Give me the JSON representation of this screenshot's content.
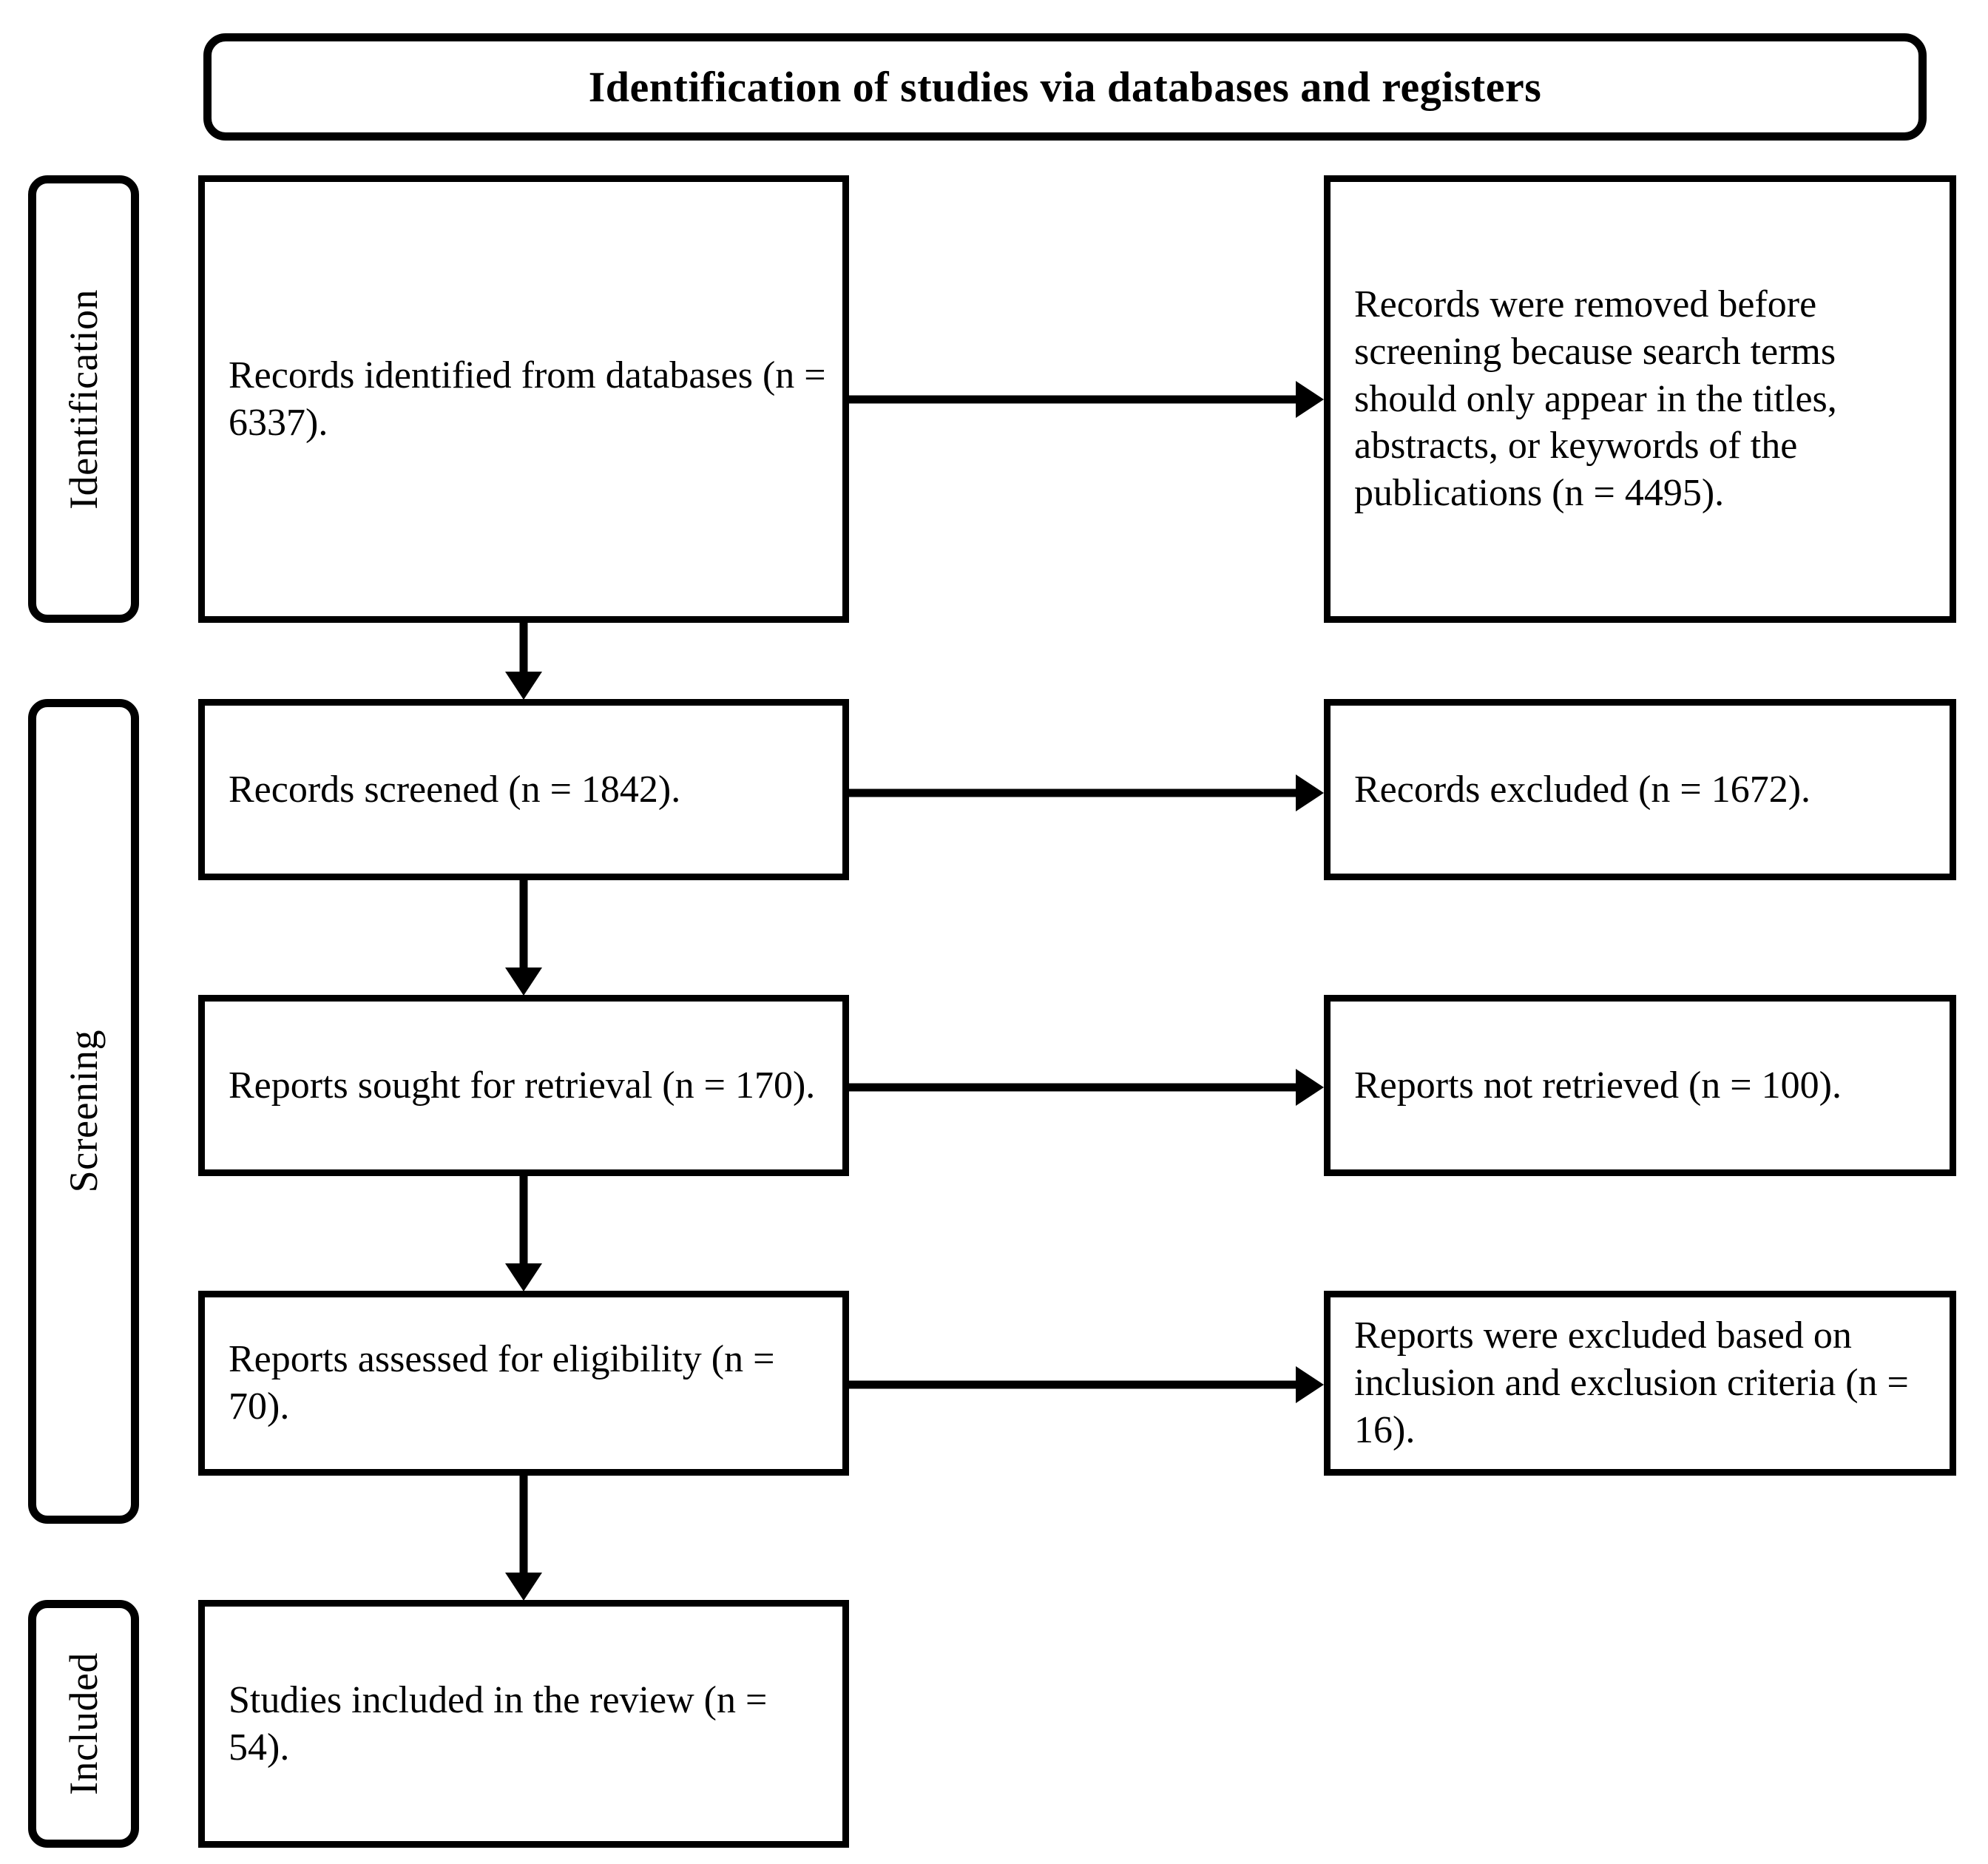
{
  "diagram": {
    "type": "prisma-flow-diagram",
    "header": {
      "title": "Identification of studies via databases and registers"
    },
    "stages": [
      {
        "id": "identification",
        "label": "Identification"
      },
      {
        "id": "screening",
        "label": "Screening"
      },
      {
        "id": "included",
        "label": "Included"
      }
    ],
    "boxes": {
      "identified": {
        "text": "Records identified from databases (n = 6337).",
        "n": 6337,
        "stage": "identification",
        "column": "left"
      },
      "removed": {
        "text": "Records were removed before screening because search terms should only appear in the titles, abstracts, or keywords of the publications (n = 4495).",
        "n": 4495,
        "stage": "identification",
        "column": "right"
      },
      "screened": {
        "text": "Records screened (n = 1842).",
        "n": 1842,
        "stage": "screening",
        "column": "left"
      },
      "excluded": {
        "text": "Records excluded (n = 1672).",
        "n": 1672,
        "stage": "screening",
        "column": "right"
      },
      "sought": {
        "text": "Reports sought for retrieval (n = 170).",
        "n": 170,
        "stage": "screening",
        "column": "left"
      },
      "notretrieved": {
        "text": "Reports not retrieved (n = 100).",
        "n": 100,
        "stage": "screening",
        "column": "right"
      },
      "assessed": {
        "text": "Reports assessed for eligibility (n = 70).",
        "n": 70,
        "stage": "screening",
        "column": "left"
      },
      "excl_criteria": {
        "text": "Reports were excluded based on inclusion and exclusion criteria (n = 16).",
        "n": 16,
        "stage": "screening",
        "column": "right"
      },
      "included": {
        "text": "Studies included in the review (n = 54).",
        "n": 54,
        "stage": "included",
        "column": "left"
      }
    },
    "colors": {
      "stroke": "#000000",
      "background": "#ffffff",
      "text": "#000000"
    }
  }
}
